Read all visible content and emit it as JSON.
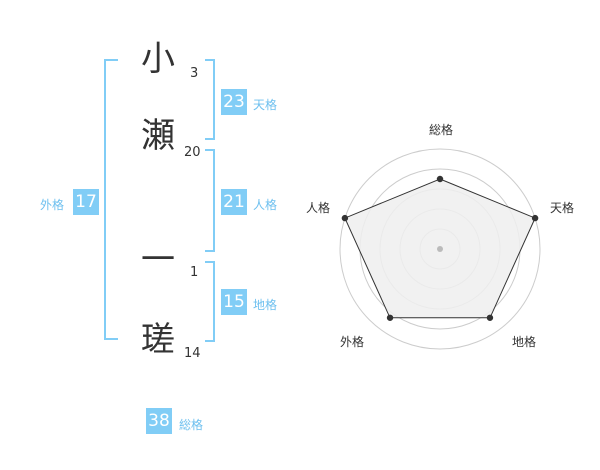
{
  "name": {
    "chars": [
      {
        "char": "小",
        "strokes": "3"
      },
      {
        "char": "瀬",
        "strokes": "20"
      },
      {
        "char": "一",
        "strokes": "1"
      },
      {
        "char": "瑳",
        "strokes": "14"
      }
    ]
  },
  "fortunes": {
    "tenkaku": {
      "value": "23",
      "label": "天格"
    },
    "jinkaku": {
      "value": "21",
      "label": "人格"
    },
    "chikaku": {
      "value": "15",
      "label": "地格"
    },
    "gaikaku": {
      "value": "17",
      "label": "外格"
    },
    "soukaku": {
      "value": "38",
      "label": "総格"
    }
  },
  "colors": {
    "accent": "#81cdf6",
    "label": "#6ec0ef",
    "text": "#333333",
    "radar_fill": "#eeeeee",
    "radar_grid": "#cccccc"
  },
  "chart_data": {
    "type": "radar",
    "axes": [
      "総格",
      "天格",
      "地格",
      "外格",
      "人格"
    ],
    "values": [
      0.7,
      1.0,
      0.85,
      0.85,
      1.0
    ],
    "range": [
      0,
      1
    ],
    "grid_rings": 5
  }
}
